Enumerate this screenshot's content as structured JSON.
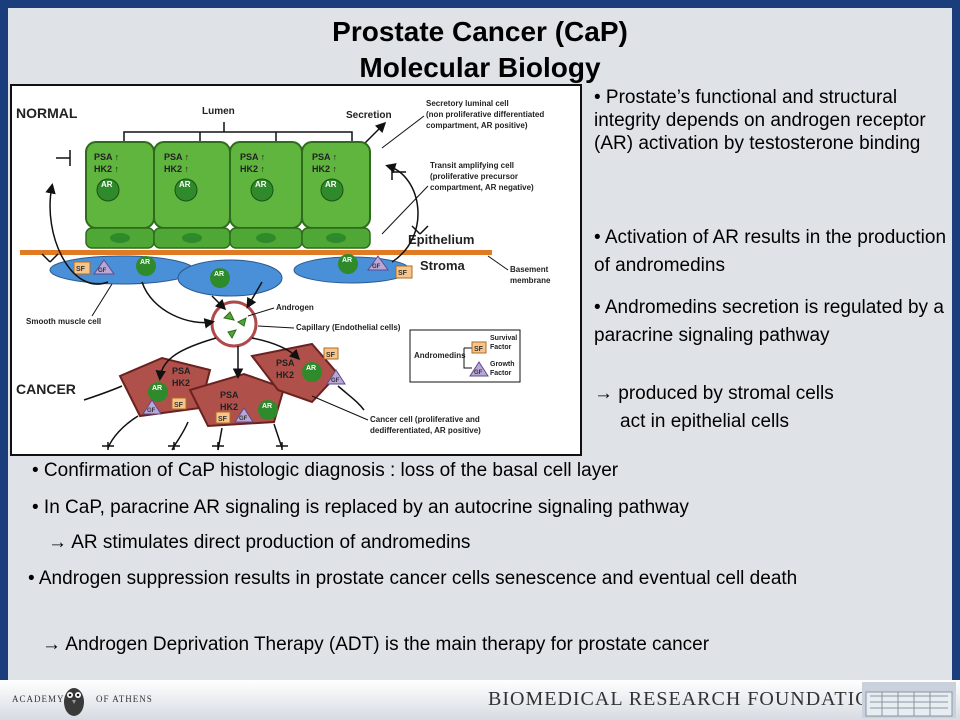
{
  "title": {
    "line1": "Prostate Cancer (CaP)",
    "line2": "Molecular Biology"
  },
  "figure": {
    "normal_label": "NORMAL",
    "cancer_label": "CANCER",
    "lumen": "Lumen",
    "secretion": "Secretion",
    "secretory_cell_label": [
      "Secretory luminal cell",
      "(non proliferative differentiated",
      "compartment, AR positive)"
    ],
    "transit_cell_label": [
      "Transit amplifying cell",
      "(proliferative precursor",
      "compartment, AR negative)"
    ],
    "epithelium": "Epithelium",
    "stroma": "Stroma",
    "basement_membrane": [
      "Basement",
      "membrane"
    ],
    "smooth_muscle": "Smooth muscle cell",
    "androgen": "Androgen",
    "capillary": "Capillary (Endothelial cells)",
    "cancer_cell_label": [
      "Cancer cell (proliferative and",
      "dedifferentiated, AR positive)"
    ],
    "andromedins": "Andromedins",
    "survival_factor": [
      "Survival",
      "Factor"
    ],
    "growth_factor": [
      "Growth",
      "Factor"
    ],
    "psa": "PSA ↑",
    "hk2": "HK2 ↑",
    "psa_plain": "PSA",
    "hk2_plain": "HK2",
    "ar": "AR",
    "sf": "SF",
    "gf": "GF"
  },
  "right_bullets": [
    "• Prostate’s functional and structural integrity depends on androgen receptor (AR) activation by testosterone binding",
    "• Activation of AR results in the production of andromedins",
    "• Andromedins secretion is regulated by a paracrine signaling pathway",
    "→ produced by stromal cells",
    "act in epithelial cells"
  ],
  "bottom_bullets": [
    "• Confirmation of CaP histologic diagnosis : loss of the basal cell layer",
    "• In CaP, paracrine AR signaling is replaced by an autocrine signaling pathway",
    "→ AR stimulates direct production of andromedins",
    "• Androgen suppression results in prostate cancer cells senescence and eventual cell death",
    "→ Androgen Deprivation Therapy (ADT) is the main therapy for prostate cancer"
  ],
  "footer": {
    "academy_left": "ACADEMY",
    "academy_right": "OF ATHENS",
    "foundation": "BIOMEDICAL RESEARCH FOUNDATION"
  }
}
